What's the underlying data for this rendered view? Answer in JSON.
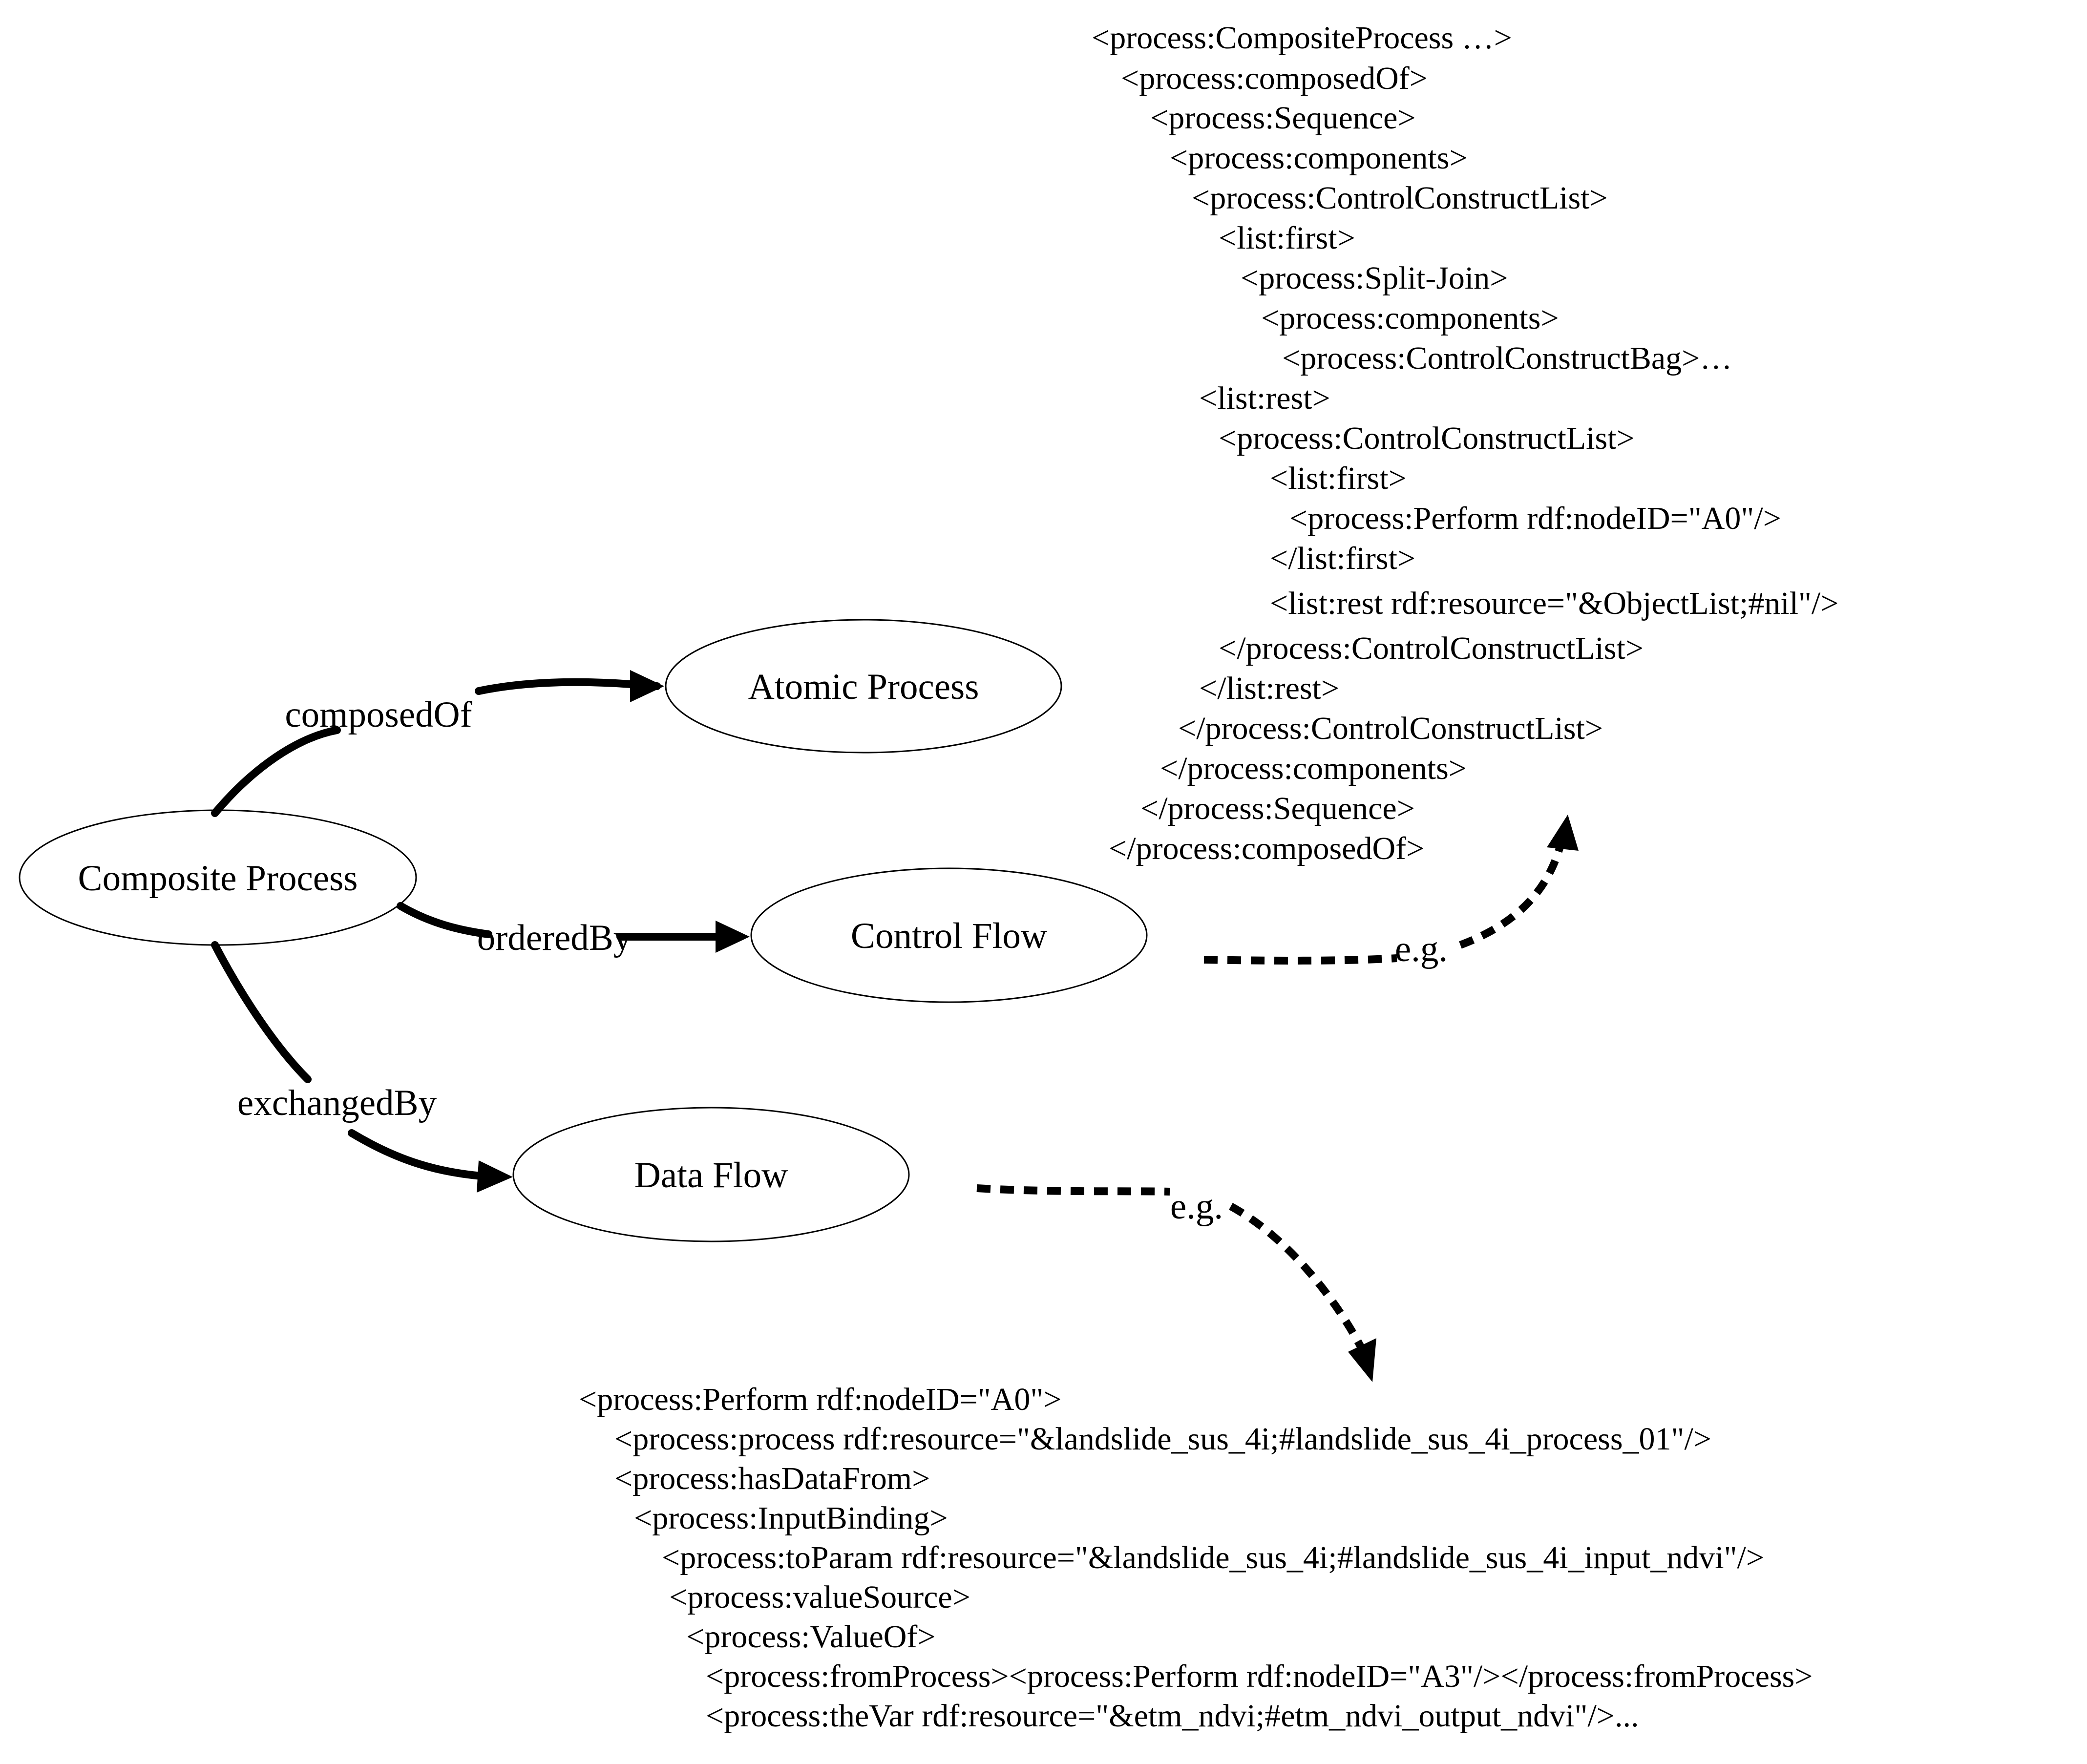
{
  "nodes": {
    "composite": "Composite Process",
    "atomic": "Atomic Process",
    "control": "Control Flow",
    "data": "Data Flow"
  },
  "edges": {
    "composedOf": "composedOf",
    "orderedBy": "orderedBy",
    "exchangedBy": "exchangedBy",
    "eg_control": "e.g.",
    "eg_data": "e.g."
  },
  "control_flow_code": [
    "<process:CompositeProcess …>",
    "<process:composedOf>",
    "<process:Sequence>",
    "<process:components>",
    "<process:ControlConstructList>",
    "<list:first>",
    "<process:Split-Join>",
    "<process:components>",
    "<process:ControlConstructBag>…",
    "<list:rest>",
    "<process:ControlConstructList>",
    "<list:first>",
    "<process:Perform rdf:nodeID=\"A0\"/>",
    "</list:first>",
    "<list:rest rdf:resource=\"&ObjectList;#nil\"/>",
    "</process:ControlConstructList>",
    "</list:rest>",
    "</process:ControlConstructList>",
    "</process:components>",
    "</process:Sequence>",
    "</process:composedOf>"
  ],
  "data_flow_code": [
    "<process:Perform rdf:nodeID=\"A0\">",
    "<process:process rdf:resource=\"&landslide_sus_4i;#landslide_sus_4i_process_01\"/>",
    "<process:hasDataFrom>",
    "<process:InputBinding>",
    "<process:toParam rdf:resource=\"&landslide_sus_4i;#landslide_sus_4i_input_ndvi\"/>",
    "<process:valueSource>",
    "<process:ValueOf>",
    "<process:fromProcess><process:Perform rdf:nodeID=\"A3\"/></process:fromProcess>",
    "<process:theVar rdf:resource=\"&etm_ndvi;#etm_ndvi_output_ndvi\"/>..."
  ]
}
